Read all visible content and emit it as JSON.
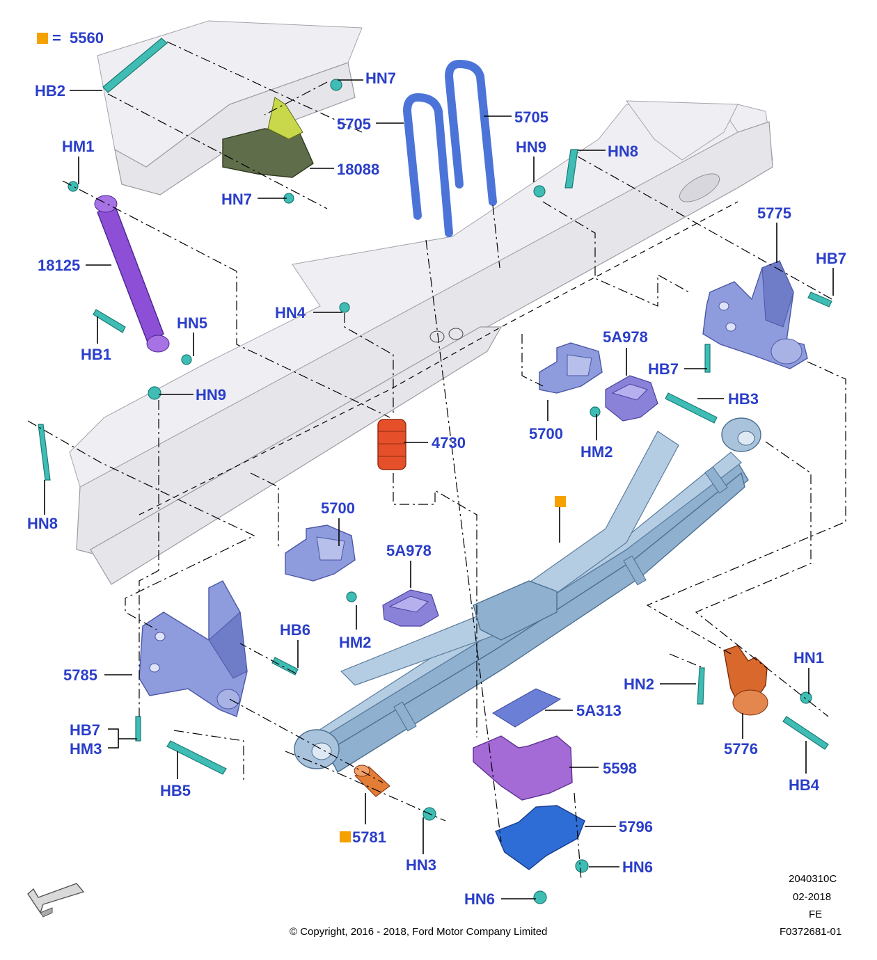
{
  "legend": {
    "marker_color": "#f5a100",
    "symbol": "=",
    "text": "5560"
  },
  "labels": {
    "hb2": "HB2",
    "hn7_top": "HN7",
    "hm1": "HM1",
    "hn7_mid": "HN7",
    "u5705_left": "5705",
    "u5705_right": "5705",
    "p18088": "18088",
    "hn9_top": "HN9",
    "hn8_top": "HN8",
    "p5775": "5775",
    "hb7_right": "HB7",
    "p18125": "18125",
    "hn4": "HN4",
    "hn5": "HN5",
    "hb1": "HB1",
    "p5a978_right": "5A978",
    "hb7_mid": "HB7",
    "hb3": "HB3",
    "hn9_left": "HN9",
    "p5700_right": "5700",
    "p4730": "4730",
    "hm2_right": "HM2",
    "hn8_left": "HN8",
    "p5700_left": "5700",
    "p5a978_left": "5A978",
    "hb6": "HB6",
    "hm2_left": "HM2",
    "p5785": "5785",
    "hn1": "HN1",
    "hn2": "HN2",
    "p5a313": "5A313",
    "hb7_left": "HB7",
    "hm3": "HM3",
    "p5776": "5776",
    "hb5": "HB5",
    "p5598": "5598",
    "hb4": "HB4",
    "p5781": "5781",
    "p5796": "5796",
    "hn3": "HN3",
    "hn6_right": "HN6",
    "hn6_bottom": "HN6"
  },
  "footer": {
    "code": "2040310C",
    "date": "02-2018",
    "region": "FE",
    "figure": "F0372681-01",
    "copyright": "© Copyright, 2016 - 2018, Ford Motor Company Limited"
  },
  "colors": {
    "label_blue": "#2a3ec9",
    "spring": "#8fb0cf",
    "bracket": "#8e9bdc",
    "bolt_teal": "#3fbdb5",
    "shock_purple": "#8c4fd6",
    "bump_stop_red": "#e5502a",
    "shackle_orange": "#d8682c",
    "plate_purple": "#a46ad6",
    "marker_orange": "#f5a100"
  },
  "icons": {
    "direction_arrow": "front-direction-arrow-icon"
  }
}
